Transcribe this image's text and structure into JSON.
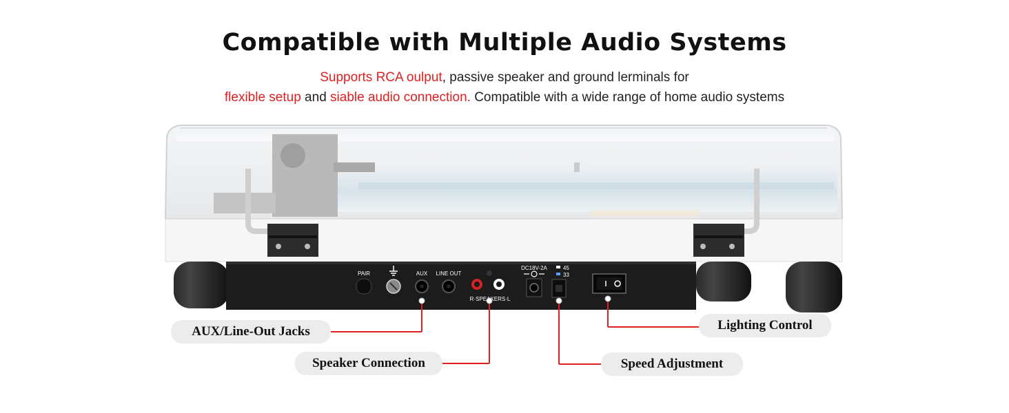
{
  "header": {
    "title": "Compatible with Multiple Audio Systems",
    "line1": {
      "highlight_1": "Supports RCA oulput",
      "text_1": ", passive speaker and ground lerminals for"
    },
    "line2": {
      "highlight_1": "flexible setup",
      "text_1": " and ",
      "highlight_2": "siable audio connection.",
      "text_2": " Compatible with a wide range of home audio systems"
    }
  },
  "panel": {
    "pair": "PAIR",
    "aux": "AUX",
    "line_out": "LINE OUT",
    "speakers": "R·SPEAKERS·L",
    "dc": "DC18V-2A",
    "speed_45": "45",
    "speed_33": "33"
  },
  "callouts": {
    "aux": "AUX/Line-Out Jacks",
    "speaker": "Speaker Connection",
    "speed": "Speed Adjustment",
    "lighting": "Lighting Control"
  },
  "colors": {
    "accent": "#e02020",
    "panel": "#1c1c1c",
    "callout_bg": "#ececec"
  }
}
